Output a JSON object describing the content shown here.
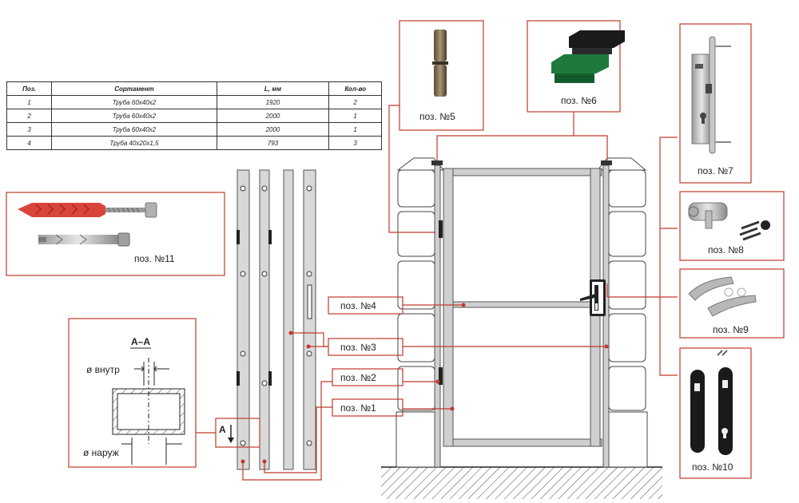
{
  "table": {
    "headers": [
      "Поз.",
      "Сортамент",
      "L, мм",
      "Кол-во"
    ],
    "rows": [
      [
        "1",
        "Труба 60х40х2",
        "1920",
        "2"
      ],
      [
        "2",
        "Труба 60х40х2",
        "2000",
        "1"
      ],
      [
        "3",
        "Труба 60х40х2",
        "2000",
        "1"
      ],
      [
        "4",
        "Труба 40х20х1,5",
        "793",
        "3"
      ]
    ]
  },
  "labels": {
    "p1": "поз. №1",
    "p2": "поз. №2",
    "p3": "поз. №3",
    "p4": "поз. №4",
    "p5": "поз. №5",
    "p6": "поз. №6",
    "p7": "поз. №7",
    "p8": "поз. №8",
    "p9": "поз. №9",
    "p10": "поз. №10",
    "p11": "поз. №11"
  },
  "section": {
    "title": "A–A",
    "inner": "ø внутр",
    "outer": "ø наруж",
    "marker": "A"
  },
  "colors": {
    "leader": "#c0392b",
    "frame": "#555555",
    "anchor_red": "#d9453a",
    "cap_green": "#1e7a3c"
  }
}
